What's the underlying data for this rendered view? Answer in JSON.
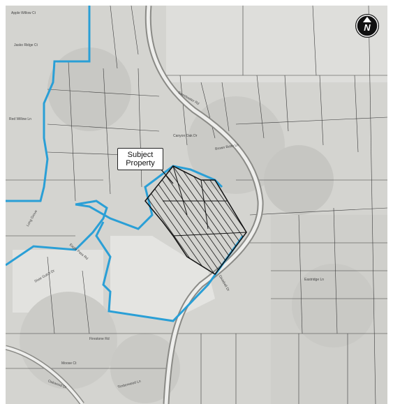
{
  "callout": {
    "line1": "Subject",
    "line2": "Property"
  },
  "compass": {
    "letter": "N",
    "icon": "north-arrow-icon"
  },
  "colors": {
    "boundary": "#2a9fd6",
    "subject_hatch": "#111111",
    "parcel_lines": "#3a3a3a",
    "background": "#d7d7d3"
  },
  "streets": [
    "Apple Willow Ct",
    "Jasko Ridge Ct",
    "Red Willow Ln",
    "Sweetwater Rd",
    "Canyon Oak Dr",
    "Brown Butte Ln",
    "Long Grove",
    "Dixie Gulch Dr",
    "Eagle Pass Rd",
    "Dixiebell Dr",
    "Eastridge Ln",
    "Firestone Rd",
    "Moose Ct",
    "Oakwood Dr",
    "Timberwood Ln"
  ]
}
